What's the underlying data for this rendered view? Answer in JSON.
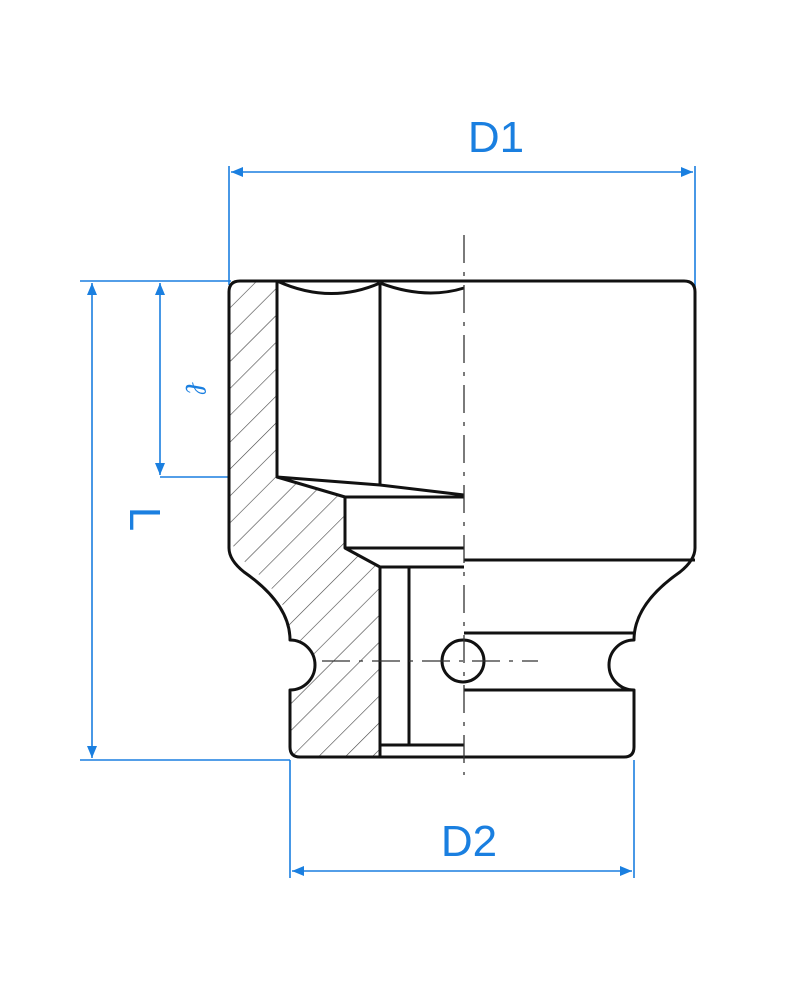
{
  "labels": {
    "d1": "D1",
    "d2": "D2",
    "L": "L",
    "l": "ℓ"
  },
  "colors": {
    "dimension": "#1a7fe0",
    "outline": "#111111",
    "background": "#ffffff"
  }
}
